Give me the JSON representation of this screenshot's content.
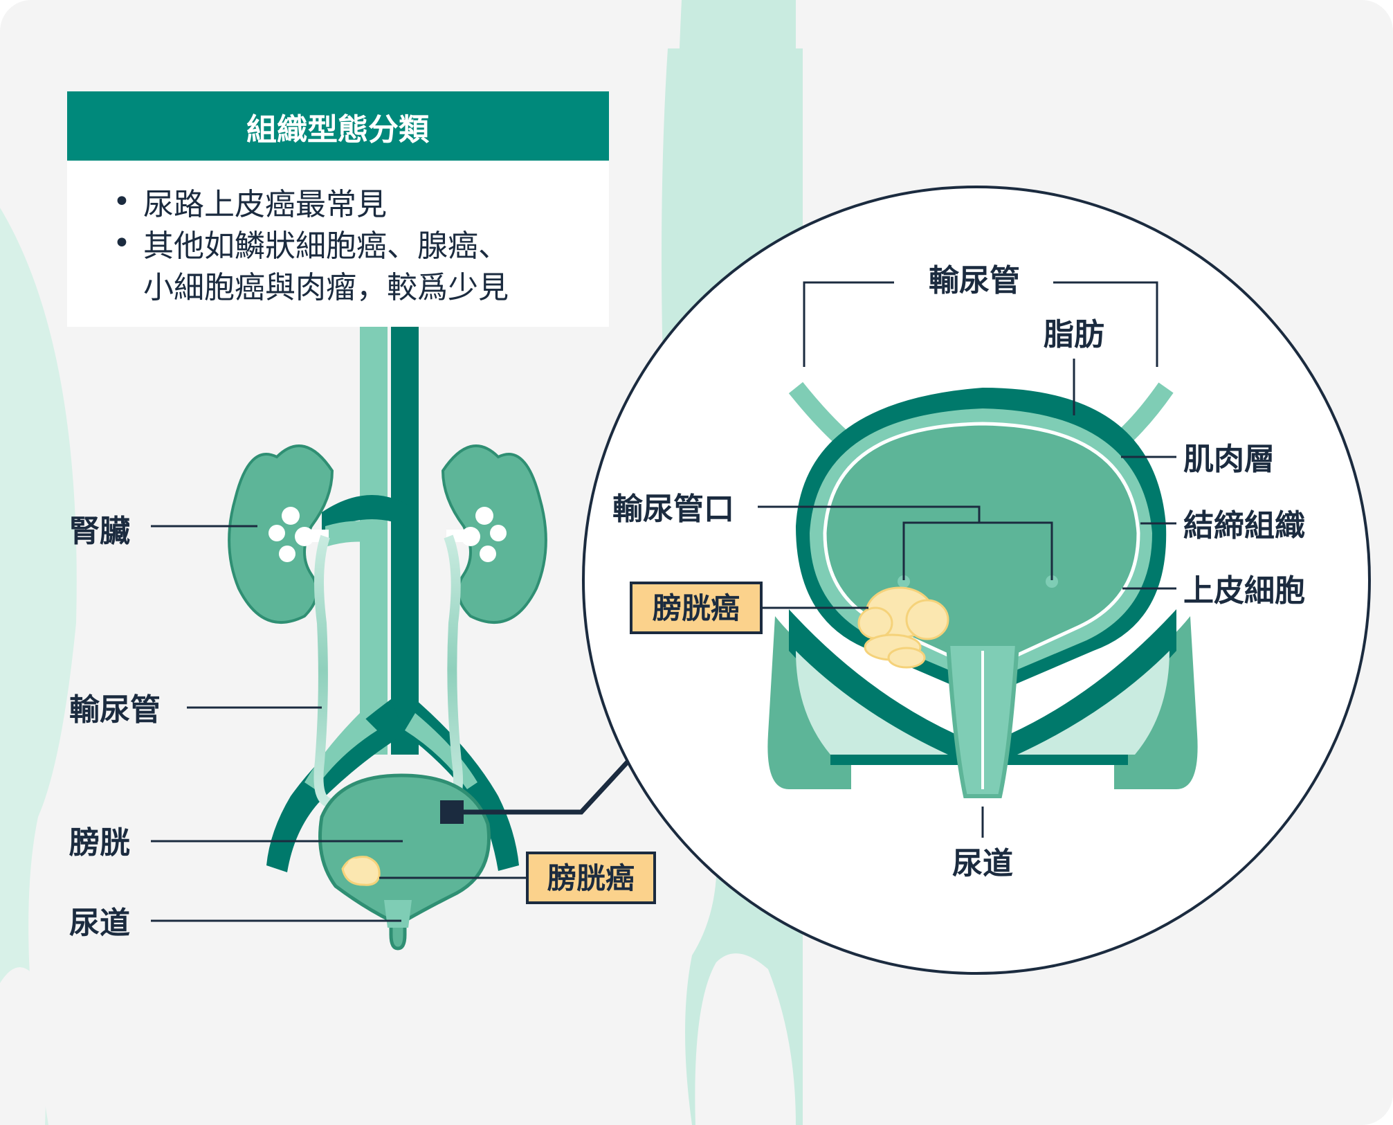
{
  "card": {
    "title": "組織型態分類",
    "bullets": [
      "尿路上皮癌最常見",
      "其他如鱗狀細胞癌、腺癌、"
    ],
    "bullet_cont": "小細胞癌與肉瘤，較爲少見",
    "bullet_mark": "•"
  },
  "body_labels": {
    "kidney": "腎臟",
    "ureter": "輸尿管",
    "bladder": "膀胱",
    "urethra": "尿道",
    "cancer": "膀胱癌"
  },
  "zoom_labels": {
    "ureter": "輸尿管",
    "fat": "脂肪",
    "muscle": "肌肉層",
    "connective": "結締組織",
    "epithelium": "上皮細胞",
    "orifice": "輸尿管口",
    "cancer": "膀胱癌",
    "urethra": "尿道"
  },
  "colors": {
    "card_header": "#00897b",
    "body_fill": "#c9ebe0",
    "dark_teal": "#00796b",
    "mid_green": "#5db598",
    "tumor": "#fbe7b0",
    "highlight_box": "#fbd28c",
    "outline": "#1b2b3f"
  }
}
